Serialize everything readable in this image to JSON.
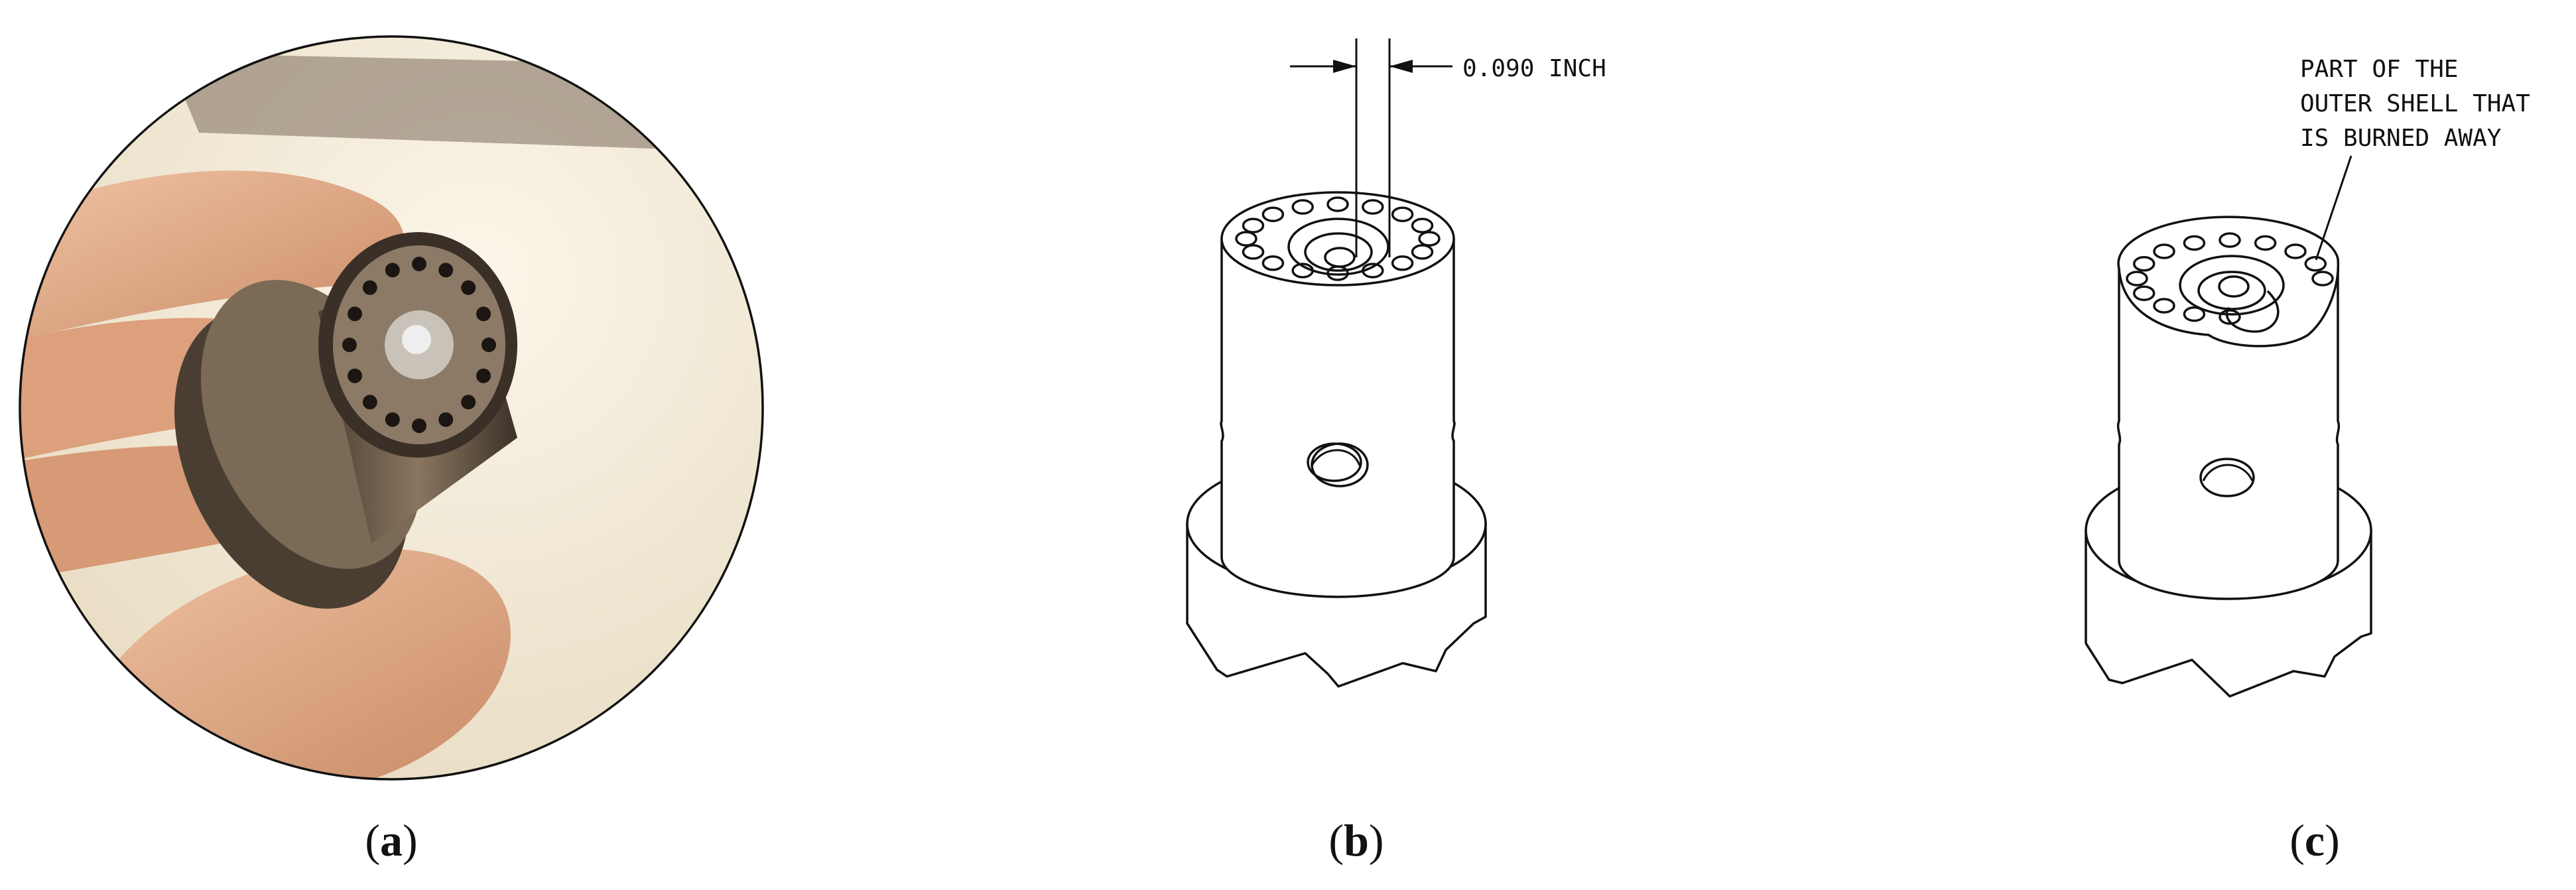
{
  "panels": [
    {
      "id": "a",
      "caption_letter": "a",
      "caption_open": "(",
      "caption_close": ")"
    },
    {
      "id": "b",
      "caption_letter": "b",
      "caption_open": "(",
      "caption_close": ")"
    },
    {
      "id": "c",
      "caption_letter": "c",
      "caption_open": "(",
      "caption_close": ")"
    }
  ],
  "dimension_label": "0.090 INCH",
  "callout_lines": [
    "PART OF THE",
    "OUTER SHELL THAT",
    "IS BURNED AWAY"
  ],
  "colors": {
    "line": "#111111",
    "background": "#ffffff",
    "photo_background": "#f4ecd8",
    "skin": "#e6b08c",
    "metal": "#6a5a48"
  }
}
